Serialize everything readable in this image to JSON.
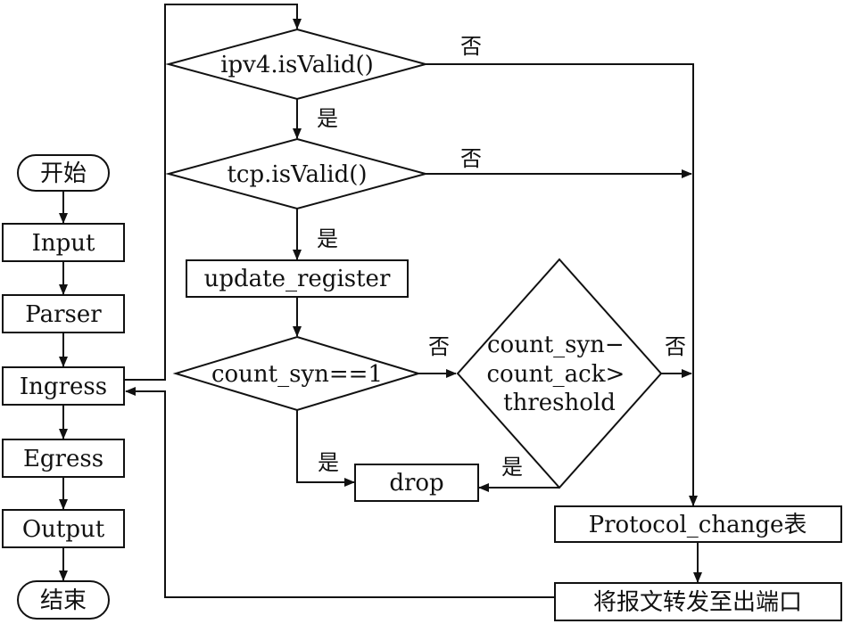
{
  "flowchart": {
    "pipeline": {
      "start": "开始",
      "input": "Input",
      "parser": "Parser",
      "ingress": "Ingress",
      "egress": "Egress",
      "output": "Output",
      "end": "结束"
    },
    "nodes": {
      "ipv4_check": "ipv4.isValid()",
      "tcp_check": "tcp.isValid()",
      "update_register": "update_register",
      "count_syn_check": "count_syn==1",
      "threshold_check": [
        "count_syn−",
        "count_ack>",
        "threshold"
      ],
      "drop": "drop",
      "protocol_change": "Protocol_change表",
      "forward": "将报文转发至出端口"
    },
    "edge_labels": {
      "yes": "是",
      "no": "否"
    }
  }
}
